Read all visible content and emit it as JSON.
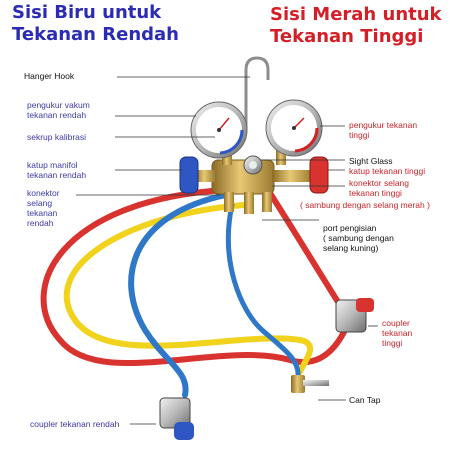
{
  "titles": {
    "low_side": [
      "Sisi Biru untuk",
      "Tekanan Rendah"
    ],
    "high_side": [
      "Sisi Merah untuk",
      "Tekanan Tinggi"
    ]
  },
  "labels": {
    "hanger_hook": "Hanger Hook",
    "vacuum_gauge": [
      "pengukur vakum",
      "tekanan rendah"
    ],
    "calibration_screw": "sekrup kalibrasi",
    "manifold_valve_low": [
      "katup manifol",
      "tekanan rendah"
    ],
    "hose_connector_low": [
      "konektor",
      "selang",
      "tekanan",
      "rendah"
    ],
    "high_gauge": [
      "pengukur tekanan",
      "tinggi"
    ],
    "sight_glass": "Sight Glass",
    "high_valve": "katup tekanan tinggi",
    "hose_connector_high": [
      "konektor selang",
      "tekanan tinggi"
    ],
    "high_connect_note": "( sambung dengan selang merah )",
    "charging_port": [
      "port pengisian",
      "( sambung dengan",
      "selang kuning)"
    ],
    "coupler_high": [
      "coupler",
      "tekanan",
      "tinggi"
    ],
    "can_tap": "Can Tap",
    "coupler_low": "coupler tekanan rendah"
  },
  "colors": {
    "title_blue": "#2b2bb3",
    "title_red": "#d51f27",
    "label_blue": "#3b3ba8",
    "label_red": "#c8252b",
    "hose_blue": "#2f78c8",
    "hose_red": "#d8332f",
    "hose_yellow": "#f1d21c",
    "brass": "#c9a04a"
  }
}
